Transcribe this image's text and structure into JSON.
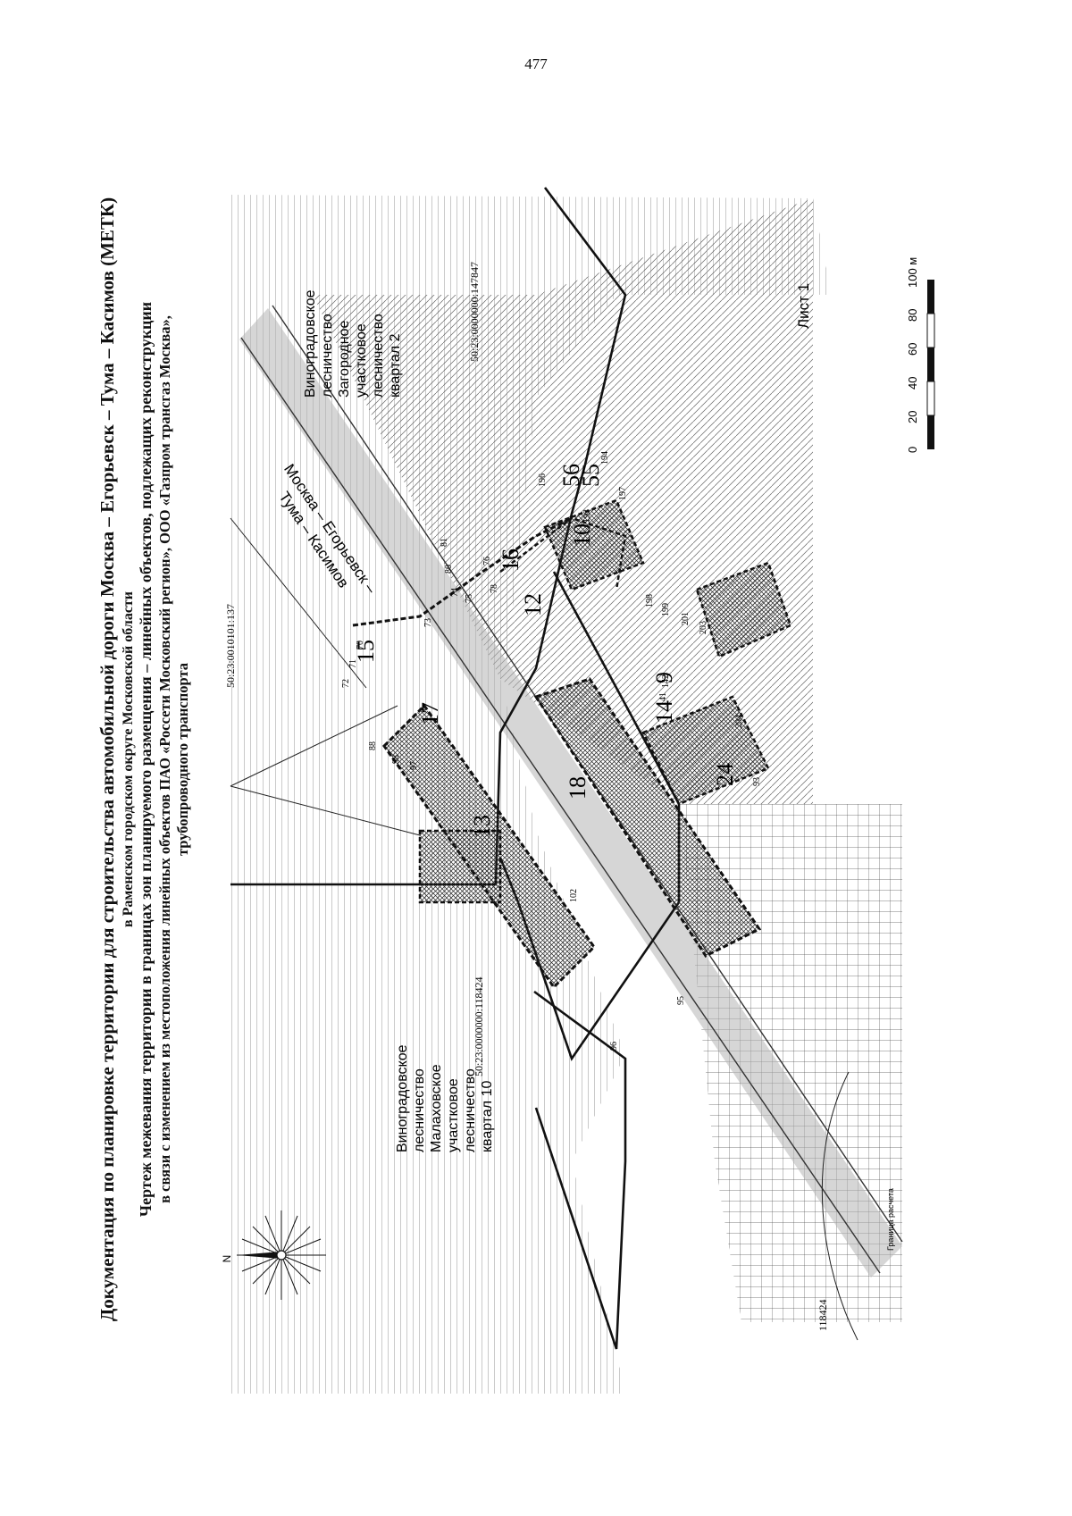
{
  "page": {
    "number": "477"
  },
  "header": {
    "lines": [
      "Документация по планировке территории для строительства автомобильной дороги Москва – Егорьевск – Тума – Касимов (МЕТК)",
      "в Раменском городском округе Московской области",
      "Чертеж межевания территории в границах зон планируемого размещения – линейных объектов, подлежащих реконструкции",
      "в связи с изменением из местоположения линейных объектов ПАО «Россети Московский регион», ООО «Газпром трансгаз Москва»,",
      "трубопроводного транспорта"
    ]
  },
  "map": {
    "road_label": [
      "Москва – Егорьевск –",
      "Тума – Касимов"
    ],
    "forest_left": [
      "Виноградовское",
      "лесничество",
      "Малаховское",
      "участковое",
      "лесничество",
      "квартал 10"
    ],
    "forest_right": [
      "Виноградовское",
      "лесничество",
      "Загородное",
      "участковое",
      "лесничество",
      "квартал 2"
    ],
    "cadastral": [
      "50:23:0010101:137",
      "50:23:0000000:118424",
      "50:23:0000000:147847",
      "118424"
    ],
    "boundary_label": "Граница расчета",
    "north_label": "N",
    "zones": [
      "15",
      "16",
      "12",
      "10",
      "56",
      "55",
      "17",
      "13",
      "18",
      "14",
      "9",
      "24"
    ],
    "points": [
      "70",
      "71",
      "72",
      "73",
      "74",
      "75",
      "76",
      "78",
      "80",
      "81",
      "88",
      "93",
      "95",
      "96",
      "97",
      "98",
      "102",
      "141",
      "142",
      "193",
      "194",
      "196",
      "197",
      "198",
      "199",
      "201",
      "203",
      "204"
    ]
  },
  "sheet": {
    "label": "Лист 1"
  },
  "scale": {
    "ticks": [
      "0",
      "20",
      "40",
      "60",
      "80",
      "100 м"
    ]
  },
  "colors": {
    "ink": "#111111",
    "hatch": "#555555",
    "road": "#9a9a9a",
    "zone": "#2a2a2a"
  }
}
